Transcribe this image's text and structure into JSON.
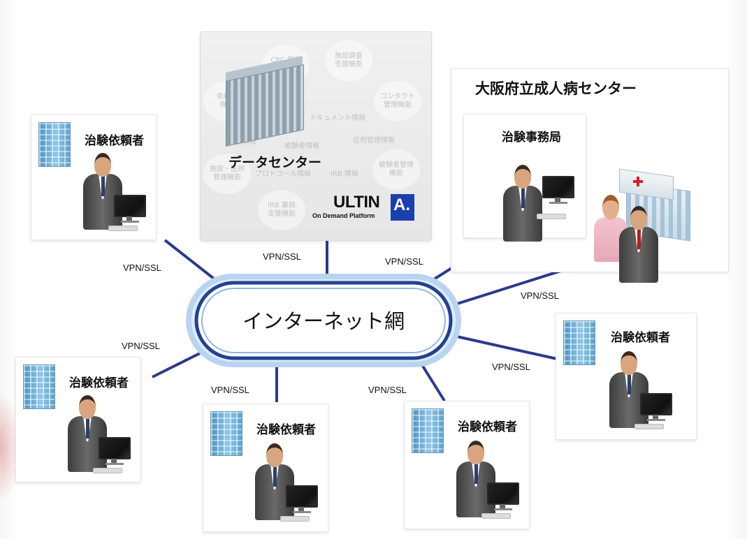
{
  "network": {
    "label": "インターネット網",
    "colors": {
      "ring": "#23418f",
      "ring_glow": "#b9d4f1",
      "link": "#2b3a8c"
    }
  },
  "connection_label": "VPN/SSL",
  "data_center": {
    "title": "データセンター",
    "logo_word": "ULTIN",
    "logo_mark": "A.",
    "logo_sub": "On Demand Platform",
    "bubbles": [
      "CRC 業務\n支援機能",
      "施設調査\n支援機能",
      "コンタクト\n管理機能",
      "依頼者\n機能",
      "被験者管理\n機能",
      "施設・医師\n管理機能",
      "IRB 業務\n支援機能"
    ],
    "items": [
      "ドキュメント情報",
      "症例管理情報",
      "治験情報",
      "被験者情報",
      "プロトコール情報",
      "IRB 情報"
    ]
  },
  "hospital": {
    "title": "大阪府立成人病センター",
    "office": "治験事務局"
  },
  "sponsors": {
    "label": "治験依頼者"
  }
}
